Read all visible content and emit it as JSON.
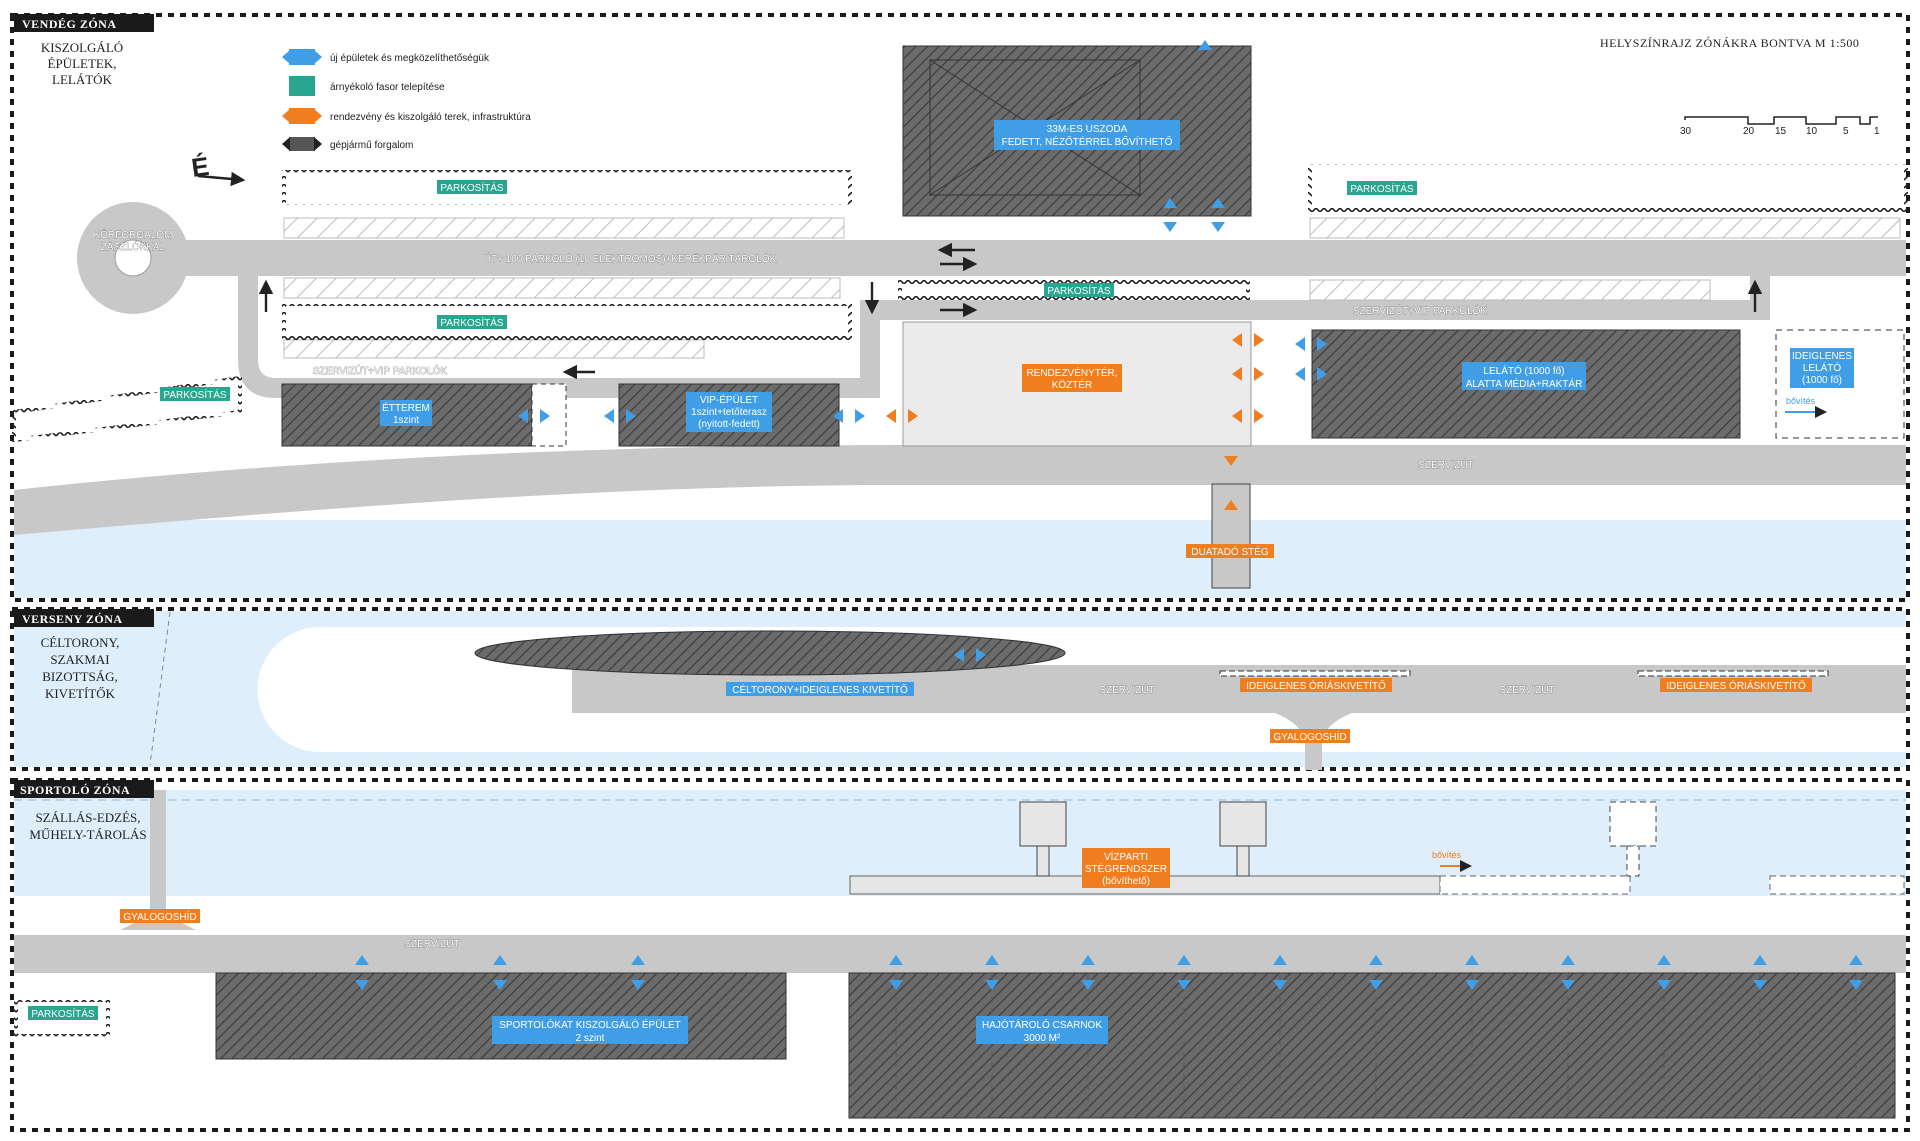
{
  "title": "HELYSZÍNRAJZ ZÓNÁKRA BONTVA M 1:500",
  "scale_labels": [
    "30",
    "20",
    "15",
    "10",
    "5",
    "1"
  ],
  "north_label": "É",
  "colors": {
    "blue": "#3f9ee6",
    "teal": "#2aa58f",
    "orange": "#f07d1e",
    "dark": "#555555",
    "road": "#c8c8c8",
    "water": "#deeefa",
    "building": "#6b6b6b",
    "frame": "#1a1a1a"
  },
  "legend": [
    {
      "icon": "blue-arrow-icon",
      "label": "új épületek és megközelíthetőségük"
    },
    {
      "icon": "teal-square-icon",
      "label": "árnyékoló fasor telepítése"
    },
    {
      "icon": "orange-arrow-icon",
      "label": "rendezvény és kiszolgáló terek, infrastruktúra"
    },
    {
      "icon": "black-arrow-icon",
      "label": "gépjármű forgalom"
    }
  ],
  "zones": {
    "vendeg": {
      "title": "VENDÉG ZÓNA",
      "desc": [
        "KISZOLGÁLÓ",
        "ÉPÜLETEK,",
        "LELÁTÓK"
      ]
    },
    "verseny": {
      "title": "VERSENY ZÓNA",
      "desc": [
        "CÉLTORONY,",
        "SZAKMAI",
        "BIZOTTSÁG,",
        "KIVETÍTŐK"
      ]
    },
    "sportolo": {
      "title": "SPORTOLÓ ZÓNA",
      "desc": [
        "SZÁLLÁS-EDZÉS,",
        "MŰHELY-TÁROLÁS"
      ]
    }
  },
  "labels": {
    "korforgalom": [
      "KÖRFORGALOM",
      "ZÁSZLÓKKAL"
    ],
    "ut_parkolo": "ÚT+ 100 PARKOLÓ (10 ELEKTROMOS)+KERÉKPÁR TÁROLÓK",
    "parkositas": "PARKOSÍTÁS",
    "szervizut_vip": "SZERVIZÚT+VIP PARKOLÓK",
    "szervizut": "SZERVIZÚT",
    "uszoda": [
      "33M-ES USZODA",
      "FEDETT, NÉZŐTÉRREL BŐVÍTHETŐ"
    ],
    "etterem": [
      "ÉTTEREM",
      "1szint"
    ],
    "vip": [
      "VIP-ÉPÜLET",
      "1szint+tetőterasz",
      "(nyitott-fedett)"
    ],
    "rendezvenyter": [
      "RENDEZVÉNYTÉR,",
      "KÖZTÉR"
    ],
    "lelato": [
      "LELÁTÓ (1000 fő)",
      "ALATTA MÉDIA+RAKTÁR"
    ],
    "ideiglenes_lelato": [
      "IDEIGLENES",
      "LELÁTÓ",
      "(1000 fő)"
    ],
    "bovites": "bővítés",
    "duatado": "DUATADÓ STÉG",
    "celtorony": "CÉLTORONY+IDEIGLENES KIVETÍTŐ",
    "oriaskivetito": "IDEIGLENES ÓRIÁSKIVETÍTŐ",
    "gyalogoshid": "GYALOGOSHÍD",
    "vizparti": [
      "VÍZPARTI",
      "STÉGRENDSZER",
      "(bővíthető)"
    ],
    "sportolokat": [
      "SPORTOLÓKAT KISZOLGÁLÓ ÉPÜLET",
      "2 szint"
    ],
    "hajotarolo": [
      "HAJÓTÁROLÓ CSARNOK",
      "3000 M²"
    ]
  }
}
